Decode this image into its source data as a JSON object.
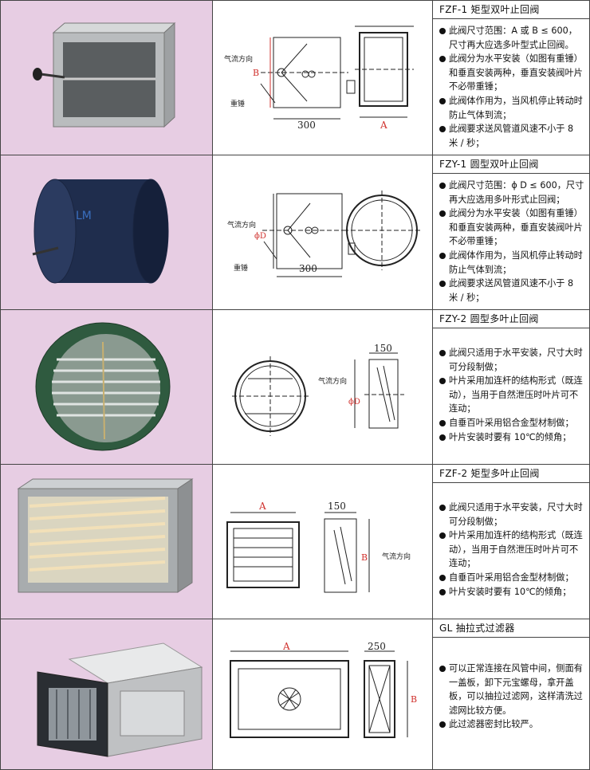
{
  "rows": [
    {
      "title": "FZF-1 矩型双叶止回阀",
      "bullets": [
        "此阀尺寸范围：A 或 B ≤ 600，尺寸再大应选多叶型式止回阀。",
        "此阀分为水平安装（如图有重锤）和垂直安装两种，垂直安装阀叶片不必带重锤；",
        "此阀体作用为，当风机停止转动时防止气体到流；",
        "此阀要求送风管道风速不小于 8 米 / 秒；"
      ],
      "drawing": {
        "airflow": "气流方向",
        "weight": "重锤",
        "dim_b": "B",
        "dim_300": "300",
        "dim_a": "A"
      }
    },
    {
      "title": "FZY-1 圆型双叶止回阀",
      "bullets": [
        "此阀尺寸范围：ϕ D ≤ 600，尺寸再大应选用多叶形式止回阀；",
        "此阀分为水平安装（如图有重锤）和垂直安装两种，垂直安装阀叶片不必带重锤；",
        "此阀体作用为，当风机停止转动时防止气体到流；",
        "此阀要求送风管道风速不小于 8 米 / 秒；"
      ],
      "drawing": {
        "airflow": "气流方向",
        "weight": "重锤",
        "dim_d": "ϕD",
        "dim_300": "300"
      }
    },
    {
      "title": "FZY-2 圆型多叶止回阀",
      "bullets": [
        "此阀只适用于水平安装，尺寸大时可分段制做；",
        "叶片采用加连杆的结构形式（既连动），当用于自然泄压时叶片可不连动；",
        "自垂百叶采用铝合金型材制做；",
        "叶片安装时要有 10℃的倾角；"
      ],
      "drawing": {
        "airflow": "气流方向",
        "dim_d": "ϕD",
        "dim_150": "150"
      }
    },
    {
      "title": "FZF-2 矩型多叶止回阀",
      "bullets": [
        "此阀只适用于水平安装，尺寸大时可分段制做；",
        "叶片采用加连杆的结构形式（既连动），当用于自然泄压时叶片可不连动；",
        "自垂百叶采用铝合金型材制做；",
        "叶片安装时要有 10℃的倾角；"
      ],
      "drawing": {
        "airflow": "气流方向",
        "dim_a": "A",
        "dim_b": "B",
        "dim_150": "150"
      }
    },
    {
      "title": "GL 抽拉式过滤器",
      "bullets": [
        "可以正常连接在风管中间，侧面有一盖板，卸下元宝螺母，拿开盖板，可以抽拉过滤网，这样清洗过滤网比较方便。",
        "此过滤器密封比较严。"
      ],
      "drawing": {
        "dim_a": "A",
        "dim_b": "B",
        "dim_250": "250"
      }
    }
  ],
  "colors": {
    "photo_bg": "#e7cde3",
    "dim_red": "#d0312d",
    "line": "#222222"
  }
}
